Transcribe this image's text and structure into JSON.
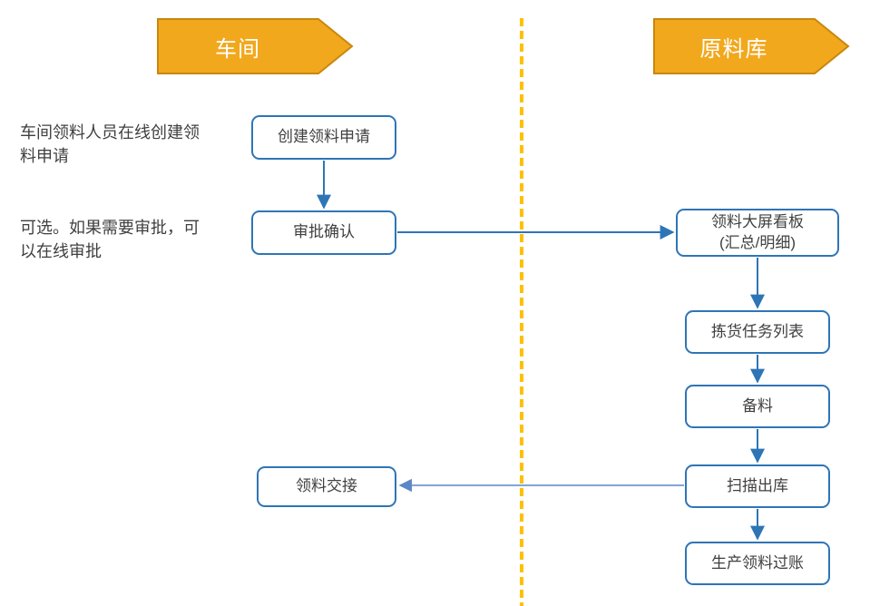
{
  "diagram": {
    "title": "material requisition flow",
    "lanes": [
      {
        "id": "workshop",
        "label": "车间"
      },
      {
        "id": "warehouse",
        "label": "原料库"
      }
    ],
    "annotations": [
      {
        "text": "车间领料人员在线创建领料申请"
      },
      {
        "text": "可选。如果需要审批，可以在线审批"
      }
    ],
    "nodes": [
      {
        "id": "create-request",
        "lane": "workshop",
        "label": "创建领料申请"
      },
      {
        "id": "approval-confirm",
        "lane": "workshop",
        "label": "审批确认"
      },
      {
        "id": "board",
        "lane": "warehouse",
        "label": "领料大屏看板",
        "label2": "(汇总/明细)"
      },
      {
        "id": "picking-task-list",
        "lane": "warehouse",
        "label": "拣货任务列表"
      },
      {
        "id": "prepare-material",
        "lane": "warehouse",
        "label": "备料"
      },
      {
        "id": "scan-outbound",
        "lane": "warehouse",
        "label": "扫描出库"
      },
      {
        "id": "material-handover",
        "lane": "workshop",
        "label": "领料交接"
      },
      {
        "id": "production-posting",
        "lane": "warehouse",
        "label": "生产领料过账"
      }
    ],
    "edges": [
      {
        "from": "create-request",
        "to": "approval-confirm"
      },
      {
        "from": "approval-confirm",
        "to": "board"
      },
      {
        "from": "board",
        "to": "picking-task-list"
      },
      {
        "from": "picking-task-list",
        "to": "prepare-material"
      },
      {
        "from": "prepare-material",
        "to": "scan-outbound"
      },
      {
        "from": "scan-outbound",
        "to": "production-posting"
      },
      {
        "from": "scan-outbound",
        "to": "material-handover"
      }
    ],
    "colors": {
      "lane_header_fill": "#F2A81D",
      "lane_header_border": "#C8870E",
      "divider": "#FFC000",
      "node_border": "#2E75B6",
      "arrow": "#2E75B6",
      "arrow_light": "#5B87C5",
      "text": "#404040"
    }
  }
}
